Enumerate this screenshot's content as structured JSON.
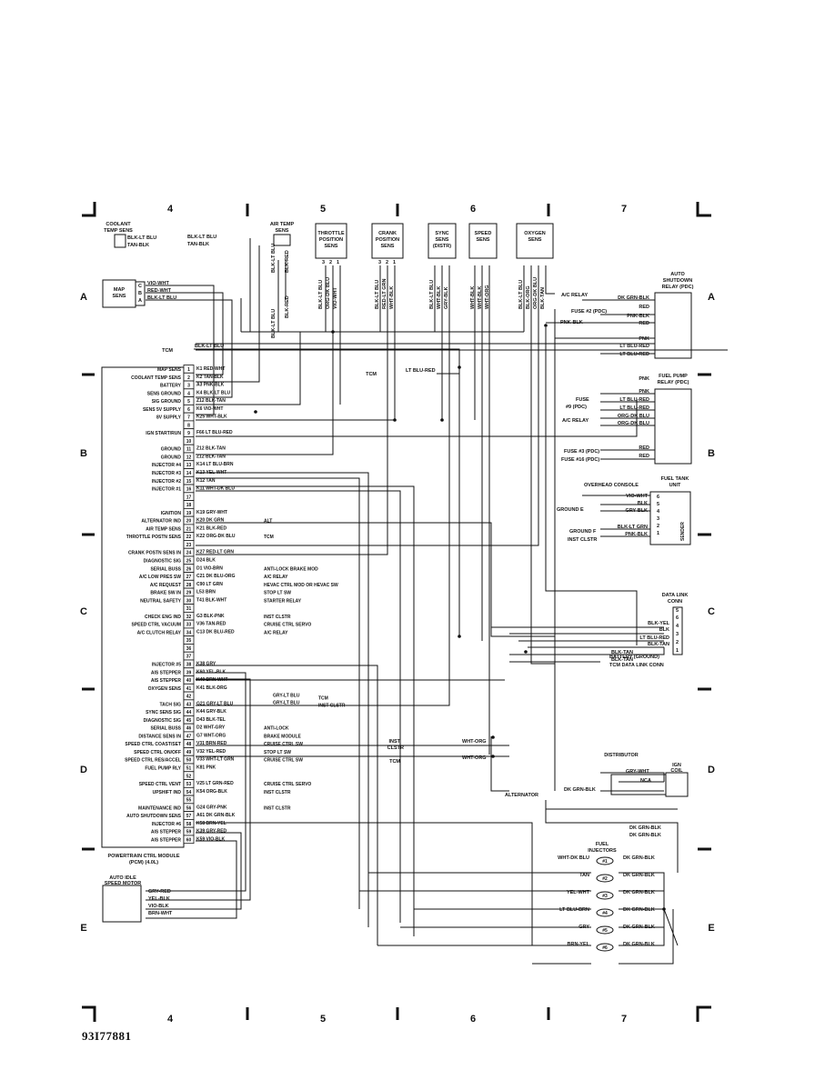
{
  "grid": {
    "top_numbers": [
      "4",
      "5",
      "6",
      "7"
    ],
    "bottom_numbers": [
      "4",
      "5",
      "6",
      "7"
    ],
    "row_letters": [
      "A",
      "B",
      "C",
      "D",
      "E"
    ]
  },
  "sensors": {
    "coolant": {
      "label1": "COOLANT",
      "label2": "TEMP SENS",
      "wires": [
        "BLK-LT BLU",
        "TAN-BLK"
      ]
    },
    "map": {
      "label1": "MAP",
      "label2": "SENS",
      "pins": [
        "C",
        "B",
        "A"
      ],
      "wires": [
        "VIO-WHT",
        "RED-WHT",
        "BLK-LT BLU"
      ]
    },
    "air_temp": {
      "label1": "AIR TEMP",
      "label2": "SENS",
      "wires": [
        "BLK-LT BLU",
        "BLK-RED"
      ]
    },
    "throttle": {
      "label1": "THROTTLE",
      "label2": "POSITION",
      "label3": "SENS",
      "pins": [
        "3",
        "2",
        "1"
      ],
      "wires": [
        "BLK-LT BLU",
        "ORG-DK BLU",
        "VIO-WHT"
      ]
    },
    "crank": {
      "label1": "CRANK",
      "label2": "POSITION",
      "label3": "SENS",
      "pins": [
        "3",
        "2",
        "1"
      ],
      "wires": [
        "BLK-LT BLU",
        "RED-LT GRN",
        "WHT-BLK"
      ]
    },
    "sync": {
      "label1": "SYNC",
      "label2": "SENS",
      "label3": "(DISTR)",
      "wires": [
        "BLK-LT BLU",
        "WHT-BLK",
        "GRY-BLK"
      ]
    },
    "speed": {
      "label1": "SPEED",
      "label2": "SENS",
      "wires": [
        "WHT-BLK",
        "WHT-BLK",
        "WHT-ORG"
      ]
    },
    "oxygen": {
      "label1": "OXYGEN",
      "label2": "SENS",
      "wires": [
        "BLK-LT BLU",
        "BLK-ORG",
        "ORG-DK BLU",
        "BLK-TAN"
      ]
    }
  },
  "pcm": {
    "title1": "POWERTRAIN CTRL MODULE",
    "title2": "(PCM) (4.0L)",
    "pins": [
      {
        "n": "1",
        "label": "MAP SENS",
        "wire": "K1 RED-WHT"
      },
      {
        "n": "2",
        "label": "COOLANT TEMP SENS",
        "wire": "K2 TAN-BLK"
      },
      {
        "n": "3",
        "label": "BATTERY",
        "wire": "A3 PNK-BLK"
      },
      {
        "n": "4",
        "label": "SENS GROUND",
        "wire": "K4 BLK-LT BLU"
      },
      {
        "n": "5",
        "label": "SIG GROUND",
        "wire": "Z12 BLK-TAN"
      },
      {
        "n": "6",
        "label": "SENS 5V SUPPLY",
        "wire": "K6 VIO-WHT"
      },
      {
        "n": "7",
        "label": "8V SUPPLY",
        "wire": "K25 WHT-BLK"
      },
      {
        "n": "8",
        "label": "",
        "wire": ""
      },
      {
        "n": "9",
        "label": "IGN START/RUN",
        "wire": "F66 LT BLU-RED"
      },
      {
        "n": "10",
        "label": "",
        "wire": ""
      },
      {
        "n": "11",
        "label": "GROUND",
        "wire": "Z12 BLK-TAN"
      },
      {
        "n": "12",
        "label": "GROUND",
        "wire": "Z12 BLK-TAN"
      },
      {
        "n": "13",
        "label": "INJECTOR #4",
        "wire": "K14 LT BLU-BRN"
      },
      {
        "n": "14",
        "label": "INJECTOR #3",
        "wire": "K13 YEL-WHT"
      },
      {
        "n": "15",
        "label": "INJECTOR #2",
        "wire": "K12 TAN"
      },
      {
        "n": "16",
        "label": "INJECTOR #1",
        "wire": "K11 WHT-DK BLU"
      },
      {
        "n": "17",
        "label": "",
        "wire": ""
      },
      {
        "n": "18",
        "label": "",
        "wire": ""
      },
      {
        "n": "19",
        "label": "IGNITION",
        "wire": "K19 GRY-WHT"
      },
      {
        "n": "20",
        "label": "ALTERNATOR IND",
        "wire": "K20 DK GRN"
      },
      {
        "n": "21",
        "label": "AIR TEMP SENS",
        "wire": "K21 BLK-RED"
      },
      {
        "n": "22",
        "label": "THROTTLE POSTN SENS",
        "wire": "K22 ORG-DK BLU"
      },
      {
        "n": "23",
        "label": "",
        "wire": ""
      },
      {
        "n": "24",
        "label": "CRANK POSTN SENS IN",
        "wire": "K27 RED-LT GRN"
      },
      {
        "n": "25",
        "label": "DIAGNOSTIC SIG",
        "wire": "D24 BLK"
      },
      {
        "n": "26",
        "label": "SERIAL BUSS",
        "wire": "D1 VIO-BRN"
      },
      {
        "n": "27",
        "label": "A/C LOW PRES SW",
        "wire": "C21 DK BLU-ORG"
      },
      {
        "n": "28",
        "label": "A/C REQUEST",
        "wire": "C90 LT GRN"
      },
      {
        "n": "29",
        "label": "BRAKE SW IN",
        "wire": "L53 BRN"
      },
      {
        "n": "30",
        "label": "NEUTRAL SAFETY",
        "wire": "T41 BLK-WHT"
      },
      {
        "n": "31",
        "label": "",
        "wire": ""
      },
      {
        "n": "32",
        "label": "CHECK ENG IND",
        "wire": "G3 BLK-PNK"
      },
      {
        "n": "33",
        "label": "SPEED CTRL VACUUM",
        "wire": "V36 TAN-RED"
      },
      {
        "n": "34",
        "label": "A/C CLUTCH RELAY",
        "wire": "C13 DK BLU-RED"
      },
      {
        "n": "35",
        "label": "",
        "wire": ""
      },
      {
        "n": "36",
        "label": "",
        "wire": ""
      },
      {
        "n": "37",
        "label": "",
        "wire": ""
      },
      {
        "n": "38",
        "label": "INJECTOR #5",
        "wire": "K38 GRY"
      },
      {
        "n": "39",
        "label": "AIS STEPPER",
        "wire": "K60 YEL-BLK"
      },
      {
        "n": "40",
        "label": "AIS STEPPER",
        "wire": "K40 BRN-WHT"
      },
      {
        "n": "41",
        "label": "OXYGEN SENS",
        "wire": "K41 BLK-DRG"
      },
      {
        "n": "42",
        "label": "",
        "wire": ""
      },
      {
        "n": "43",
        "label": "TACH SIG",
        "wire": "G21 GRY-LT BLU"
      },
      {
        "n": "44",
        "label": "SYNC SENS SIG",
        "wire": "K44 GRY-BLK"
      },
      {
        "n": "45",
        "label": "DIAGNOSTIC SIG",
        "wire": "D43 BLK-TEL"
      },
      {
        "n": "46",
        "label": "SERIAL BUSS",
        "wire": "D2 WHT-GRY"
      },
      {
        "n": "47",
        "label": "DISTANCE SENS IN",
        "wire": "G7 WHT-ORG"
      },
      {
        "n": "48",
        "label": "SPEED CTRL COAST/SET",
        "wire": "V31 BRN-RED"
      },
      {
        "n": "49",
        "label": "SPEED CTRL ON/OFF",
        "wire": "V32 YEL-RED"
      },
      {
        "n": "50",
        "label": "SPEED CTRL RES/ACCEL",
        "wire": "V33 WHT-LT GRN"
      },
      {
        "n": "51",
        "label": "FUEL PUMP RLY",
        "wire": "K81 PNK"
      },
      {
        "n": "52",
        "label": "",
        "wire": ""
      },
      {
        "n": "53",
        "label": "SPEED CTRL VENT",
        "wire": "V25 LT GRN-RED"
      },
      {
        "n": "54",
        "label": "UPSHIFT IND",
        "wire": "K54 ORG-BLK"
      },
      {
        "n": "55",
        "label": "",
        "wire": ""
      },
      {
        "n": "56",
        "label": "MAINTENANCE IND",
        "wire": "G24 GRY-PNK"
      },
      {
        "n": "57",
        "label": "AUTO SHUTDOWN SENS",
        "wire": "A61 DK GRN-BLK"
      },
      {
        "n": "58",
        "label": "INJECTOR #6",
        "wire": "K58 BRN-YEL"
      },
      {
        "n": "59",
        "label": "AIS STEPPER",
        "wire": "K39 GRY-RED"
      },
      {
        "n": "60",
        "label": "AIS STEPPER",
        "wire": "K59 VIO-BLK"
      }
    ]
  },
  "pin_destinations": [
    {
      "pin": "20",
      "text": "ALT"
    },
    {
      "pin": "22",
      "text": "TCM"
    },
    {
      "pin": "26",
      "text": "ANTI-LOCK BRAKE MOD"
    },
    {
      "pin": "27",
      "text": "A/C RELAY"
    },
    {
      "pin": "28",
      "text": "HEVAC CTRL MOD OR HEVAC SW"
    },
    {
      "pin": "29",
      "text": "STOP LT SW"
    },
    {
      "pin": "30",
      "text": "STARTER RELAY"
    },
    {
      "pin": "32",
      "text": "INST CLSTR"
    },
    {
      "pin": "33",
      "text": "CRUISE CTRL SERVO"
    },
    {
      "pin": "34",
      "text": "A/C RELAY"
    },
    {
      "pin": "46",
      "text": "ANTI-LOCK"
    },
    {
      "pin": "47",
      "text": "BRAKE MODULE"
    },
    {
      "pin": "48",
      "text": "CRUISE CTRL SW"
    },
    {
      "pin": "49",
      "text": "STOP LT SW"
    },
    {
      "pin": "50",
      "text": "CRUISE CTRL SW"
    },
    {
      "pin": "53",
      "text": "CRUISE CTRL SERVO"
    },
    {
      "pin": "54",
      "text": "INST CLSTR"
    },
    {
      "pin": "56",
      "text": "INST CLSTR"
    }
  ],
  "tach": {
    "wire1": "GRY-LT BLU",
    "wire2": "GRY-LT BLU",
    "dest1": "TCM",
    "dest2": "INST CLSTR"
  },
  "misc": {
    "tcm1": "TCM",
    "tcm1_wire": "BLK-LT BLU",
    "tcm2": "TCM",
    "tcm2_wire": "LT BLU-RED",
    "inst_clstr_a": "INST",
    "inst_clstr_b": "CLSTR",
    "inst_wire": "WHT-ORG",
    "tcm3": "TCM",
    "tcm3_wire": "WHT-ORG",
    "alt": "ALTERNATOR",
    "alt_wire": "DK GRN-BLK",
    "ac_relay": "A/C RELAY"
  },
  "asd_relay": {
    "label1": "AUTO",
    "label2": "SHUTDOWN",
    "label3": "RELAY (PDC)",
    "wires": [
      "DK GRN-BLK",
      "RED",
      "PNK-BLK",
      "RED",
      "PNK",
      "LT BLU-RED",
      "LT BLU-RED"
    ],
    "fuse": "FUSE #2 (PDC)"
  },
  "fuel_pump_relay": {
    "label1": "FUEL PUMP",
    "label2": "RELAY (PDC)",
    "wires": [
      "PNK",
      "PNK",
      "LT BLU-RED",
      "LT BLU-RED",
      "ORG-DK BLU",
      "ORG-DK BLU",
      "RED",
      "RED"
    ],
    "fuse_a": "FUSE",
    "fuse_b": "#9 (PDC)",
    "ac_relay": "A/C RELAY",
    "fuse3": "FUSE #3 (PDC)",
    "fuse16": "FUSE #16 (PDC)"
  },
  "fuel_tank": {
    "label1": "FUEL TANK",
    "label2": "UNIT",
    "console": "OVERHEAD CONSOLE",
    "ground_e": "GROUND E",
    "ground_f": "GROUND F",
    "inst_clstr": "INST CLSTR",
    "wires": [
      "VIO-WHT",
      "BLK",
      "GRY-BLK",
      "BLK-LT GRN",
      "PNK-BLK"
    ],
    "pins": [
      "6",
      "5",
      "4",
      "3",
      "2",
      "1"
    ],
    "sender": "SENDER"
  },
  "dlc": {
    "label1": "DATA LINK",
    "label2": "CONN",
    "pins": [
      "5",
      "6",
      "4",
      "3",
      "2",
      "1"
    ],
    "wires": [
      "BLK-YEL",
      "BLK",
      "LT BLU-RED",
      "BLK-TAN",
      "BLK-TAN",
      "BLK-TAN"
    ],
    "battery": "BATTERY (GROUND)",
    "tcm_link": "TCM DATA LINK CONN"
  },
  "distributor": {
    "label": "DISTRIBUTOR",
    "wire": "GRY-WHT",
    "nca": "NCA",
    "coil1": "IGN",
    "coil2": "COIL"
  },
  "injectors": {
    "title1": "FUEL",
    "title2": "INJECTORS",
    "list": [
      {
        "n": "#1",
        "wire": "WHT-DK BLU",
        "ret": "DK GRN-BLK"
      },
      {
        "n": "#2",
        "wire": "TAN",
        "ret": "DK GRN-BLK"
      },
      {
        "n": "#3",
        "wire": "YEL-WHT",
        "ret": "DK GRN-BLK"
      },
      {
        "n": "#4",
        "wire": "LT BLU-BRN",
        "ret": "DK GRN-BLK"
      },
      {
        "n": "#5",
        "wire": "GRY",
        "ret": "DK GRN-BLK"
      },
      {
        "n": "#6",
        "wire": "BRN-YEL",
        "ret": "DK GRN-BLK"
      }
    ],
    "top_wires": [
      "DK GRN-BLK",
      "DK GRN-BLK"
    ]
  },
  "idle_motor": {
    "label1": "AUTO IDLE",
    "label2": "SPEED MOTOR",
    "wires": [
      "GRY-RED",
      "YEL-BLK",
      "VIO-BLK",
      "BRN-WHT"
    ]
  },
  "doc_id": "93I77881"
}
